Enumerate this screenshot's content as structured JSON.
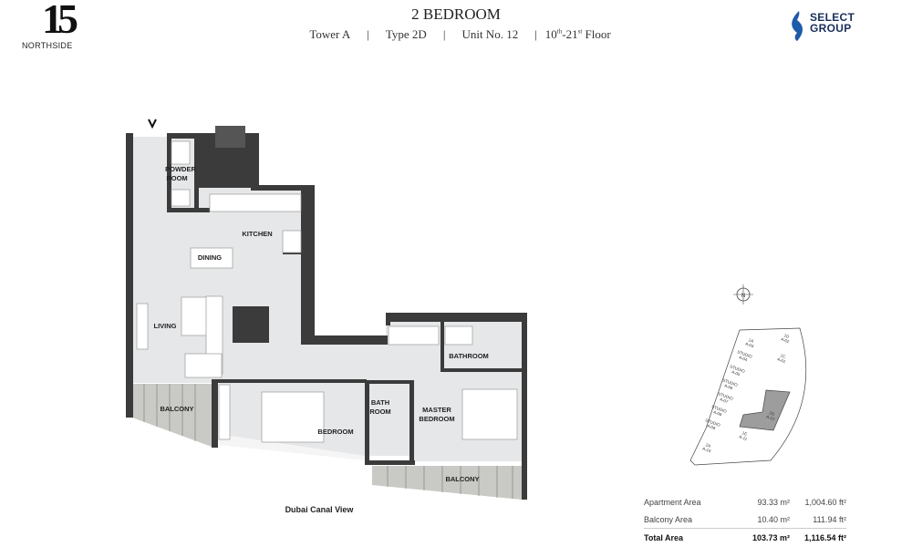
{
  "brand": {
    "logo_number": "15",
    "logo_name": "NORTHSIDE",
    "developer_line1": "SELECT",
    "developer_line2": "GROUP"
  },
  "header": {
    "title": "2 BEDROOM",
    "tower": "Tower A",
    "type": "Type 2D",
    "unit": "Unit No. 12",
    "floor_from": "10",
    "floor_from_sup": "th",
    "floor_to": "21",
    "floor_to_sup": "st",
    "floor_word": "Floor",
    "separator": "|"
  },
  "plan": {
    "rooms": {
      "powder_room_1": "POWDER",
      "powder_room_2": "ROOM",
      "kitchen": "KITCHEN",
      "dining": "DINING",
      "living": "LIVING",
      "balcony_left": "BALCONY",
      "bedroom": "BEDROOM",
      "bath_room_1": "BATH",
      "bath_room_2": "ROOM",
      "master_1": "MASTER",
      "master_2": "BEDROOM",
      "bathroom": "BATHROOM",
      "balcony_bottom": "BALCONY"
    },
    "view_label": "Dubai Canal View",
    "colors": {
      "wall": "#3b3b3b",
      "floor": "#e6e7e8",
      "balcony": "#c9cac5",
      "highlight": "#9d9d9d"
    }
  },
  "key_plan": {
    "compass": "N",
    "units": [
      {
        "type": "1A",
        "no": "A-03"
      },
      {
        "type": "1D",
        "no": "A-02"
      },
      {
        "type": "1C",
        "no": "A-01"
      },
      {
        "type": "STUDIO",
        "no": "A-04"
      },
      {
        "type": "STUDIO",
        "no": "A-05"
      },
      {
        "type": "STUDIO",
        "no": "A-06"
      },
      {
        "type": "STUDIO",
        "no": "A-07"
      },
      {
        "type": "STUDIO",
        "no": "A-08"
      },
      {
        "type": "STUDIO",
        "no": "A-09"
      },
      {
        "type": "2D",
        "no": "A-12"
      },
      {
        "type": "1E",
        "no": "A-11"
      },
      {
        "type": "2A",
        "no": "A-10"
      }
    ],
    "highlighted_unit": "A-12"
  },
  "areas": {
    "rows": [
      {
        "label": "Apartment Area",
        "m2": "93.33 m²",
        "ft2": "1,004.60 ft²"
      },
      {
        "label": "Balcony Area",
        "m2": "10.40 m²",
        "ft2": "111.94 ft²"
      }
    ],
    "total": {
      "label": "Total Area",
      "m2": "103.73 m²",
      "ft2": "1,116.54 ft²"
    }
  }
}
